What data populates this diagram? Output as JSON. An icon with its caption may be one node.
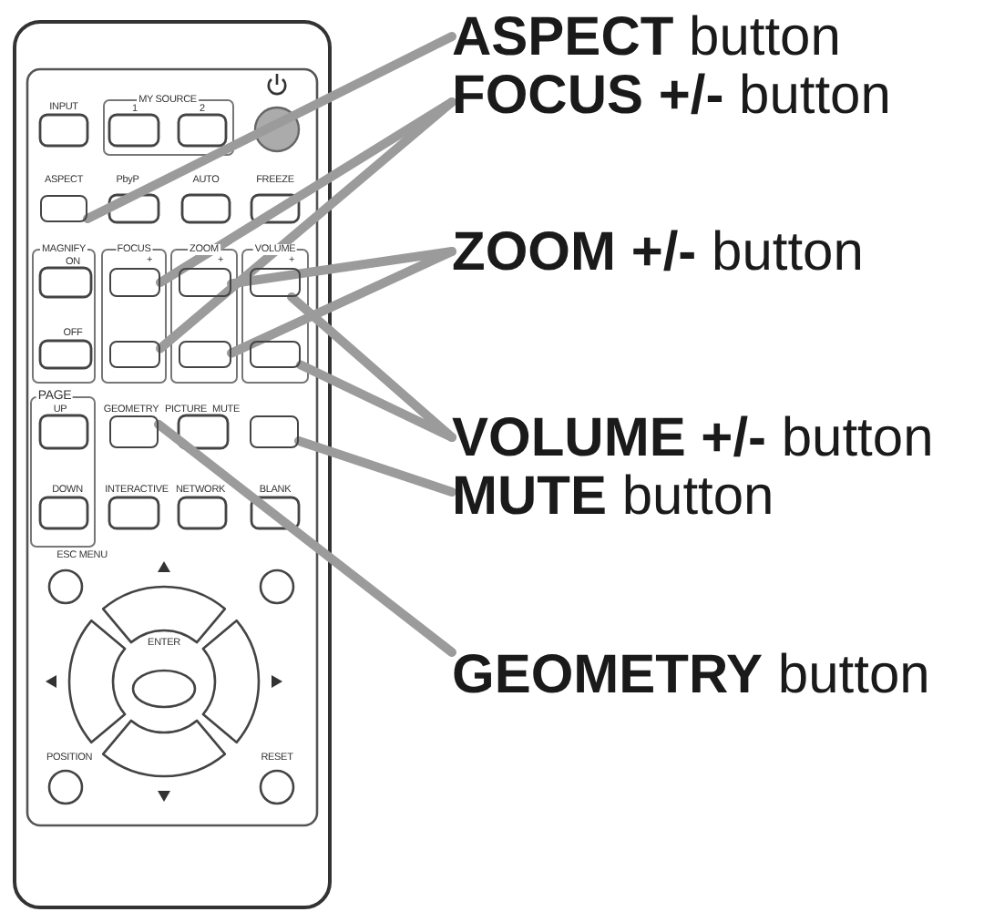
{
  "diagram": {
    "nodes": [
      {
        "text": [],
        "shape": "box",
        "beside": [
          "ASPECT"
        ]
      },
      {
        "text": [],
        "shape": "box",
        "beside": [
          "+"
        ]
      },
      {
        "text": [],
        "shape": "box",
        "beside": [
          "+"
        ]
      },
      {
        "text": [],
        "shape": "box",
        "beside": [
          "+"
        ]
      },
      {
        "text": [],
        "shape": "box"
      },
      {
        "text": [],
        "shape": "box"
      },
      {
        "text": [],
        "shape": "box"
      },
      {
        "text": [],
        "shape": "box",
        "beside": [
          "GEOMETRY"
        ]
      },
      {
        "text": [],
        "shape": "box"
      },
      {
        "text": [
          "**ASPECT** button"
        ]
      },
      {
        "text": [
          "**FOCUS +/-** button"
        ]
      },
      {
        "text": [
          "**ZOOM +/-** button"
        ]
      },
      {
        "text": [
          "**VOLUME +/-** button"
        ]
      },
      {
        "text": [
          "**MUTE** button"
        ]
      },
      {
        "text": [
          "**GEOMETRY** button"
        ]
      }
    ],
    "edges": [
      {
        "from": 9,
        "to": 0,
        "arrow": "none"
      },
      {
        "from": 10,
        "to": 1,
        "arrow": "none"
      },
      {
        "from": 10,
        "to": 4,
        "arrow": "none"
      },
      {
        "from": 11,
        "to": 2,
        "arrow": "none"
      },
      {
        "from": 11,
        "to": 5,
        "arrow": "none"
      },
      {
        "from": 12,
        "to": 3,
        "arrow": "none"
      },
      {
        "from": 12,
        "to": 6,
        "arrow": "none"
      },
      {
        "from": 13,
        "to": 8,
        "arrow": "none"
      },
      {
        "from": 14,
        "to": 7,
        "arrow": "none"
      }
    ],
    "labels": [
      "INPUT",
      "MY SOURCE",
      "1",
      "2",
      "PbyP",
      "AUTO",
      "FREEZE",
      "MAGNIFY",
      "FOCUS",
      "ZOOM",
      "VOLUME",
      "ON",
      "OFF",
      "PAGE",
      "UP",
      "PICTURE",
      "MUTE",
      "DOWN",
      "INTERACTIVE",
      "NETWORK",
      "BLANK",
      "ESC MENU",
      "ENTER",
      "POSITION",
      "RESET"
    ]
  }
}
